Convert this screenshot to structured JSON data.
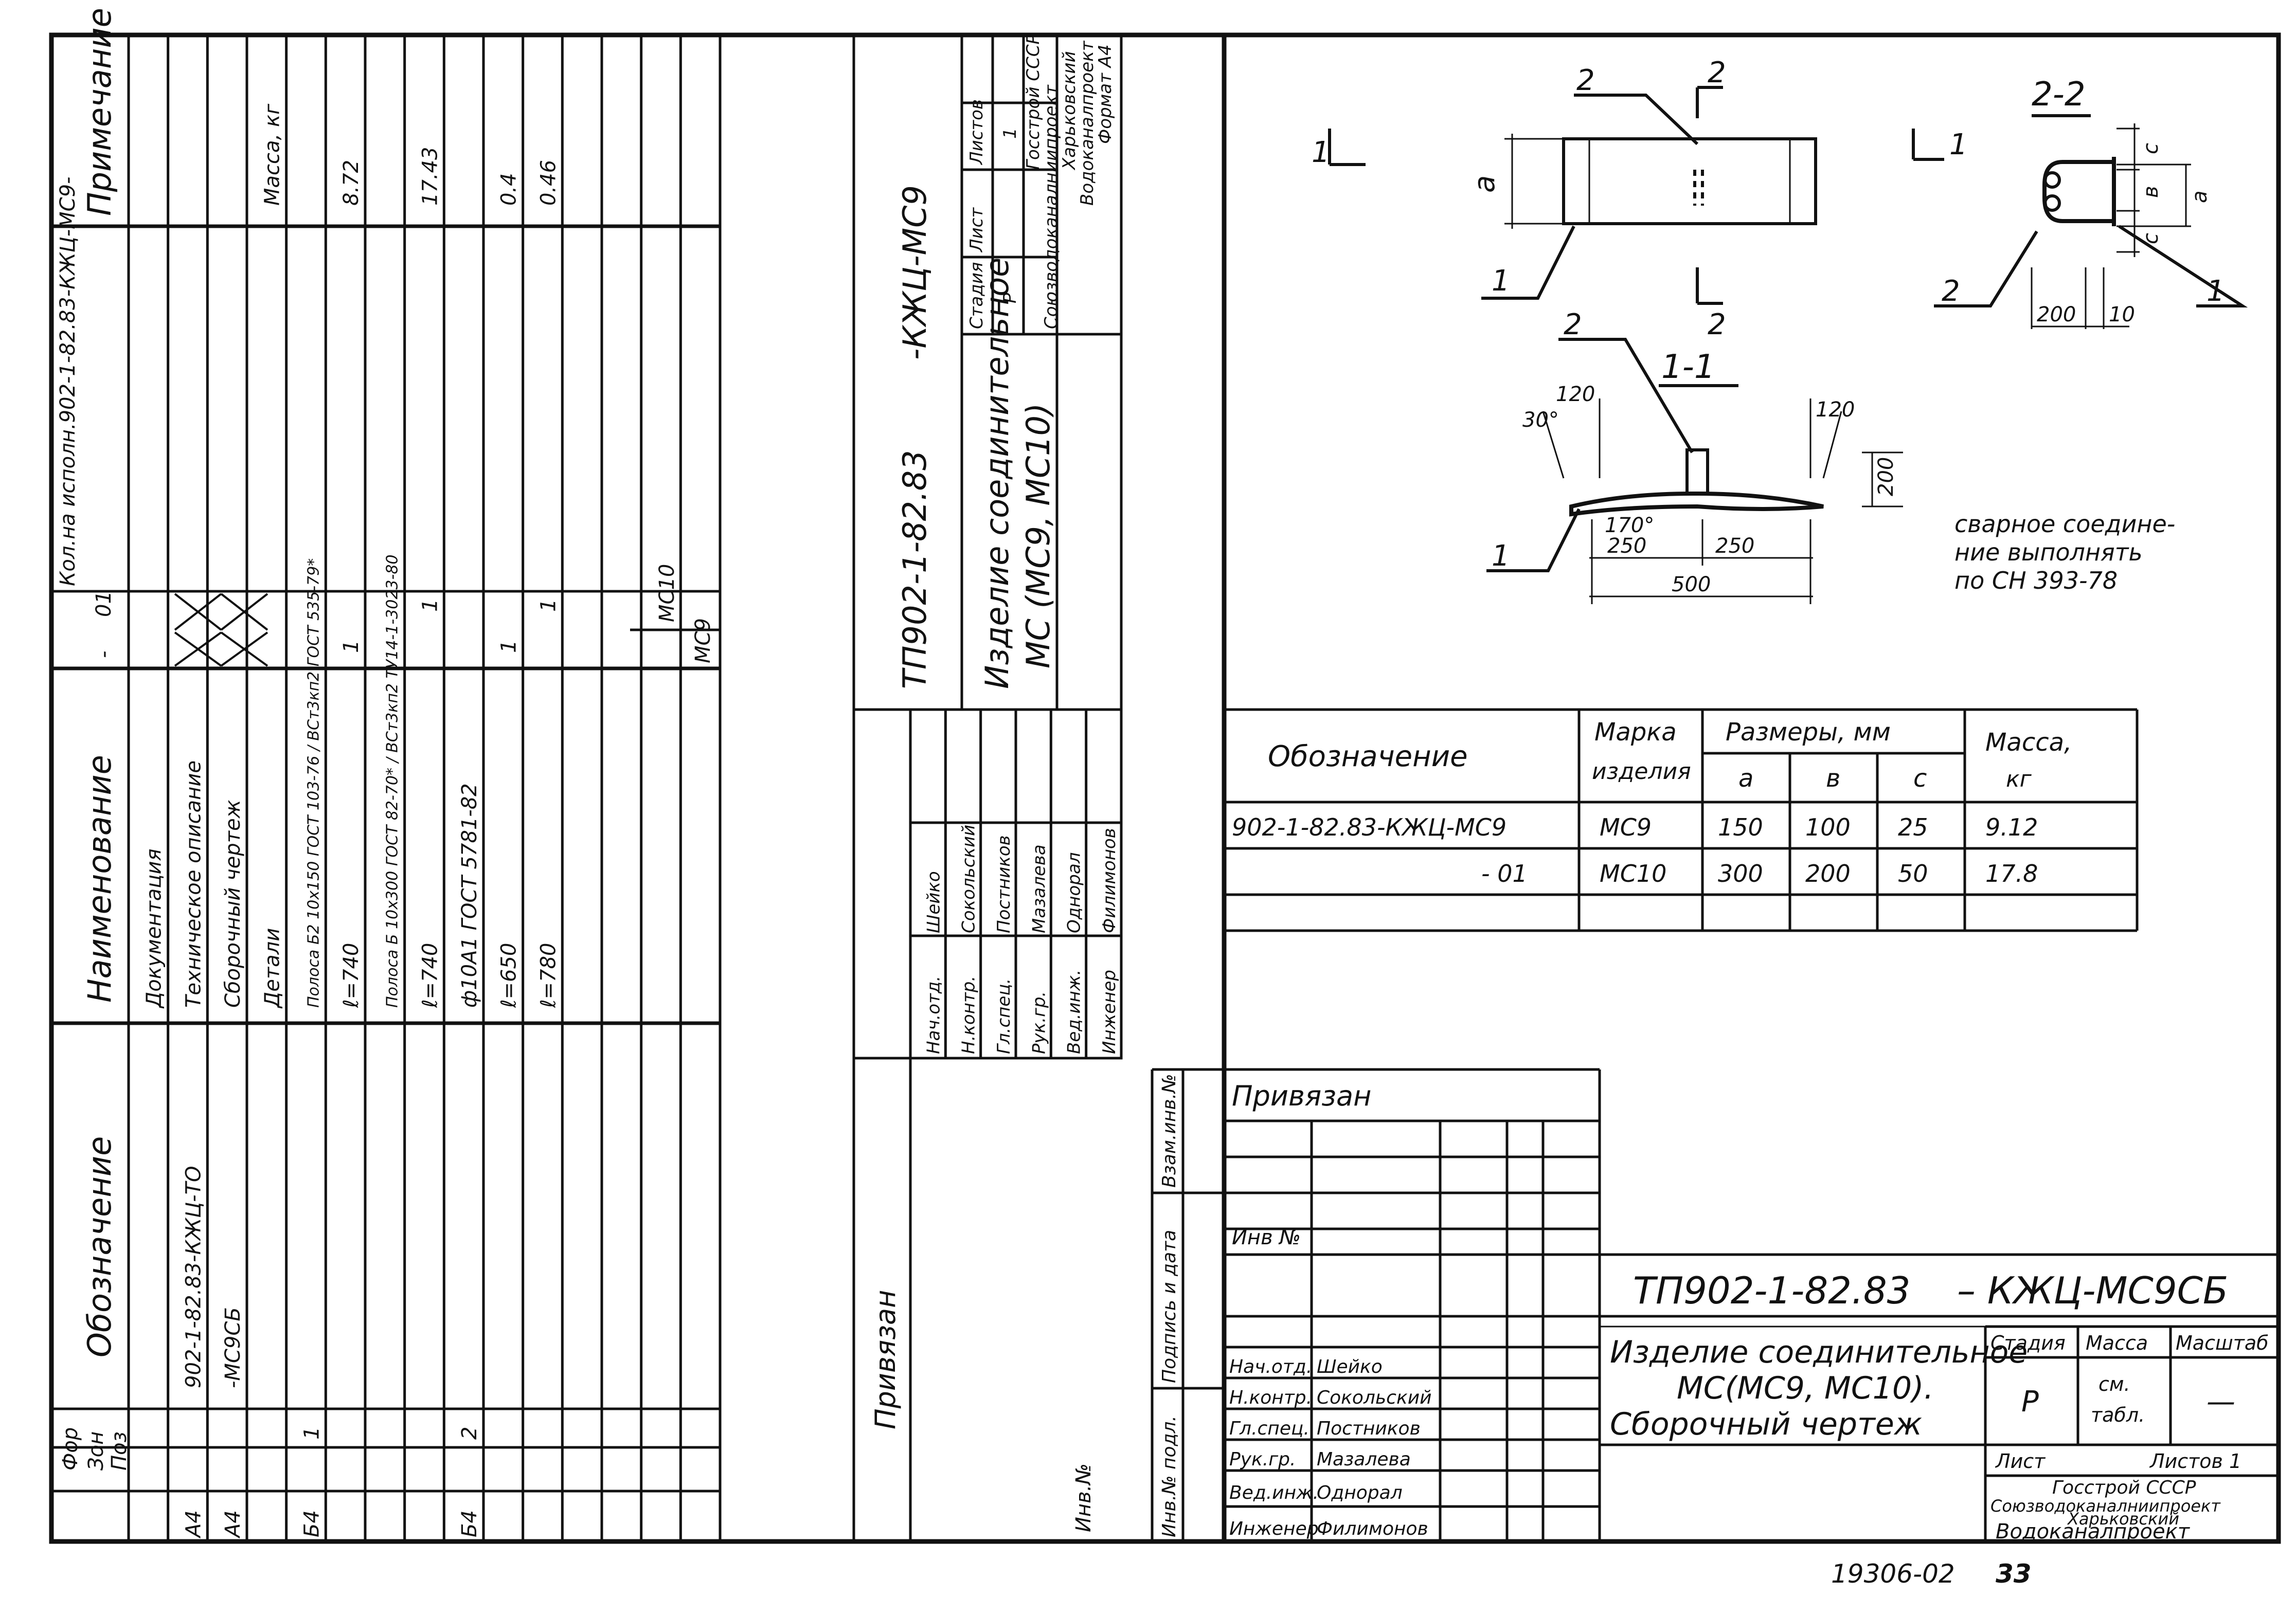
{
  "spec": {
    "headers": {
      "format": "Фор",
      "zone": "Зон",
      "pos": "Поз",
      "designation": "Обозначение",
      "name": "Наименование",
      "qty_mark": "Кол.на исполн.902-1-82.83-КЖЦ-МС9-",
      "qty_base": "-",
      "qty_01": "01",
      "note": "Примечание"
    },
    "rows": [
      {
        "format": "",
        "pos": "",
        "designation": "",
        "name": "Документация",
        "q1": "",
        "q2": "",
        "note": ""
      },
      {
        "format": "А4",
        "pos": "",
        "designation": "902-1-82.83-КЖЦ-ТО",
        "name": "Техническое описание",
        "q1": "",
        "q2": "",
        "note": ""
      },
      {
        "format": "А4",
        "pos": "",
        "designation": "-МС9СБ",
        "name": "Сборочный чертеж",
        "q1": "",
        "q2": "",
        "note": ""
      },
      {
        "format": "",
        "pos": "",
        "designation": "",
        "name": "Детали",
        "q1": "",
        "q2": "",
        "note": "Масса, кг"
      },
      {
        "format": "Б4",
        "pos": "1",
        "designation": "",
        "name": "Полоса Б2 10х150 ГОСТ 103-76 / ВСт3кп2 ГОСТ 535-79*",
        "q1": "",
        "q2": "",
        "note": ""
      },
      {
        "format": "",
        "pos": "",
        "designation": "",
        "name": "ℓ=740",
        "q1": "1",
        "q2": "",
        "note": "8.72"
      },
      {
        "format": "",
        "pos": "",
        "designation": "",
        "name": "Полоса Б 10х300 ГОСТ 82-70* / ВСт3кп2 ТУ14-1-3023-80",
        "q1": "",
        "q2": "",
        "note": ""
      },
      {
        "format": "",
        "pos": "",
        "designation": "",
        "name": "ℓ=740",
        "q1": "",
        "q2": "1",
        "note": "17.43"
      },
      {
        "format": "Б4",
        "pos": "2",
        "designation": "",
        "name": "ф10А1 ГОСТ 5781-82",
        "q1": "",
        "q2": "",
        "note": ""
      },
      {
        "format": "",
        "pos": "",
        "designation": "",
        "name": "ℓ=650",
        "q1": "1",
        "q2": "",
        "note": "0.4"
      },
      {
        "format": "",
        "pos": "",
        "designation": "",
        "name": "ℓ=780",
        "q1": "",
        "q2": "1",
        "note": "0.46"
      }
    ],
    "mass_labels": {
      "mc9": "МС9",
      "mc10": "МС10"
    }
  },
  "vtitle": {
    "code_a": "ТП902-1-82.83",
    "code_b": "-КЖЦ-МС9",
    "title_a": "Изделие соединительное",
    "title_b": "МС (МС9, МС10)",
    "stage_h": "Стадия",
    "sheet_h": "Лист",
    "sheets_h": "Листов",
    "stage": "Р",
    "sheet": "",
    "sheets": "1",
    "org_a": "Госстрой СССР",
    "org_b": "Союзводоканалниипроект",
    "org_c": "Харьковский",
    "org_d": "Водоканалпроект",
    "format": "Формат А4",
    "roles": [
      "Нач.отд.",
      "Н.контр.",
      "Гл.спец.",
      "Рук.гр.",
      "Вед.инж.",
      "Инженер"
    ],
    "names": [
      "Шейко",
      "Сокольский",
      "Постников",
      "Мазалева",
      "Однорал",
      "Филимонов"
    ],
    "privyazan": "Привязан",
    "inv": "Инв.№"
  },
  "drawing": {
    "sec22": "2-2",
    "sec11": "1-1",
    "mark1": "1",
    "mark2": "2",
    "dim_a": "a",
    "dim_b": "в",
    "dim_c": "с",
    "d120": "120",
    "d30": "30°",
    "d170": "170°",
    "d250": "250",
    "d500": "500",
    "d200": "200",
    "d10": "10",
    "weld_a": "сварное соедине-",
    "weld_b": "ние выполнять",
    "weld_c": "по СН 393-78"
  },
  "table": {
    "h_designation": "Обозначение",
    "h_mark_a": "Марка",
    "h_mark_b": "изделия",
    "h_sizes": "Размеры, мм",
    "h_a": "а",
    "h_b": "в",
    "h_c": "с",
    "h_mass_a": "Масса,",
    "h_mass_b": "кг",
    "rows": [
      {
        "designation": "902-1-82.83-КЖЦ-МС9",
        "mark": "МС9",
        "a": "150",
        "b": "100",
        "c": "25",
        "mass": "9.12"
      },
      {
        "designation": "- 01",
        "mark": "МС10",
        "a": "300",
        "b": "200",
        "c": "50",
        "mass": "17.8"
      }
    ]
  },
  "stamp": {
    "privyazan": "Привязан",
    "inv": "Инв №",
    "side": [
      "Инв.№ подл.",
      "Подпись и дата",
      "Взам.инв.№"
    ],
    "code_a": "ТП902-1-82.83",
    "code_b": "– КЖЦ-МС9СБ",
    "title_a": "Изделие соединительное",
    "title_b": "МС(МС9, МС10).",
    "title_c": "Сборочный чертеж",
    "stage_h": "Стадия",
    "mass_h": "Масса",
    "scale_h": "Масштаб",
    "stage": "Р",
    "mass_a": "см.",
    "mass_b": "табл.",
    "scale": "—",
    "sheet_h": "Лист",
    "sheets_h": "Листов 1",
    "org_a": "Госстрой СССР",
    "org_b": "Союзводоканалниипроект",
    "org_c": "Харьковский",
    "org_d": "Водоканалпроект",
    "roles": [
      "Нач.отд.",
      "Н.контр.",
      "Гл.спец.",
      "Рук.гр.",
      "Вед.инж.",
      "Инженер"
    ],
    "names": [
      "Шейко",
      "Сокольский",
      "Постников",
      "Мазалева",
      "Однорал",
      "Филимонов"
    ]
  },
  "footer": {
    "code": "19306-02",
    "page": "33"
  }
}
